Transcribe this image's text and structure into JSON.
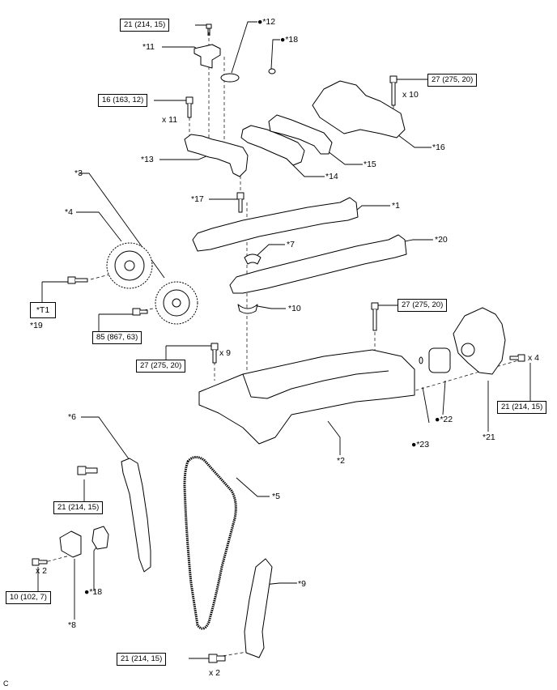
{
  "parts": {
    "p1": "*1",
    "p2": "*2",
    "p3": "*3",
    "p4": "*4",
    "p5": "*5",
    "p6": "*6",
    "p7": "*7",
    "p8": "*8",
    "p9": "*9",
    "p10": "*10",
    "p11": "*11",
    "p12": "●*12",
    "p13": "*13",
    "p14": "*14",
    "p15": "*15",
    "p16": "*16",
    "p17": "*17",
    "p18a": "●*18",
    "p18b": "●*18",
    "p19": "*19",
    "p20": "*20",
    "p21": "*21",
    "p22": "●*22",
    "p23": "●*23"
  },
  "tool_label": "*T1",
  "torques": {
    "t_top": "21 (214, 15)",
    "t_16": "16 (163, 12)",
    "t_27a": "27 (275, 20)",
    "t_85": "85 (867, 63)",
    "t_27b": "27 (275, 20)",
    "t_27c": "27 (275, 20)",
    "t_21r": "21 (214, 15)",
    "t_21l": "21 (214, 15)",
    "t_10": "10 (102, 7)",
    "t_21b": "21 (214, 15)"
  },
  "quantities": {
    "q11": "x 11",
    "q10": "x 10",
    "q9": "x 9",
    "q4": "x 4",
    "q2a": "x 2",
    "q2b": "x 2"
  },
  "corner_code": "C"
}
